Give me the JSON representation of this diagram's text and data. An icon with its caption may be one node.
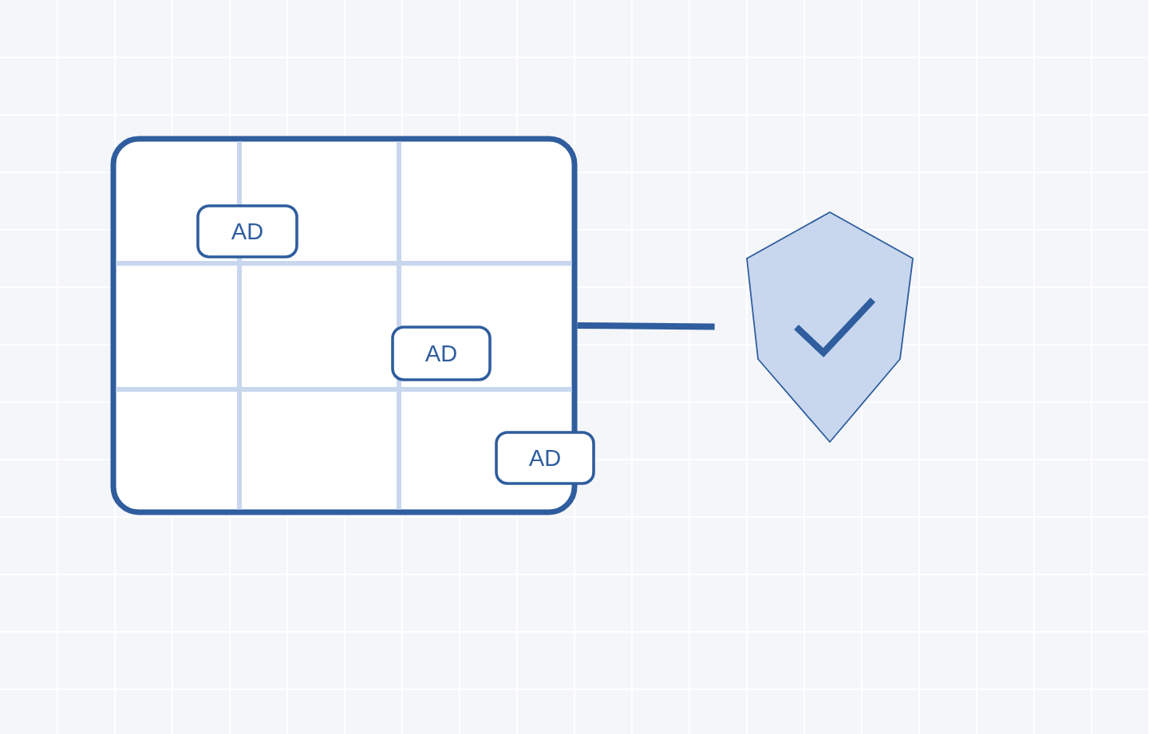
{
  "diagram": {
    "nodes": [
      {
        "text": [],
        "shape": "box"
      },
      {
        "text": [
          "AD"
        ],
        "in": 0
      },
      {
        "text": [
          "AD"
        ],
        "in": 0
      },
      {
        "text": [
          "AD"
        ]
      },
      {
        "text": [],
        "shape": "shield"
      }
    ],
    "edges": [
      {
        "from": 0,
        "to": 4,
        "arrow": "none"
      }
    ]
  }
}
